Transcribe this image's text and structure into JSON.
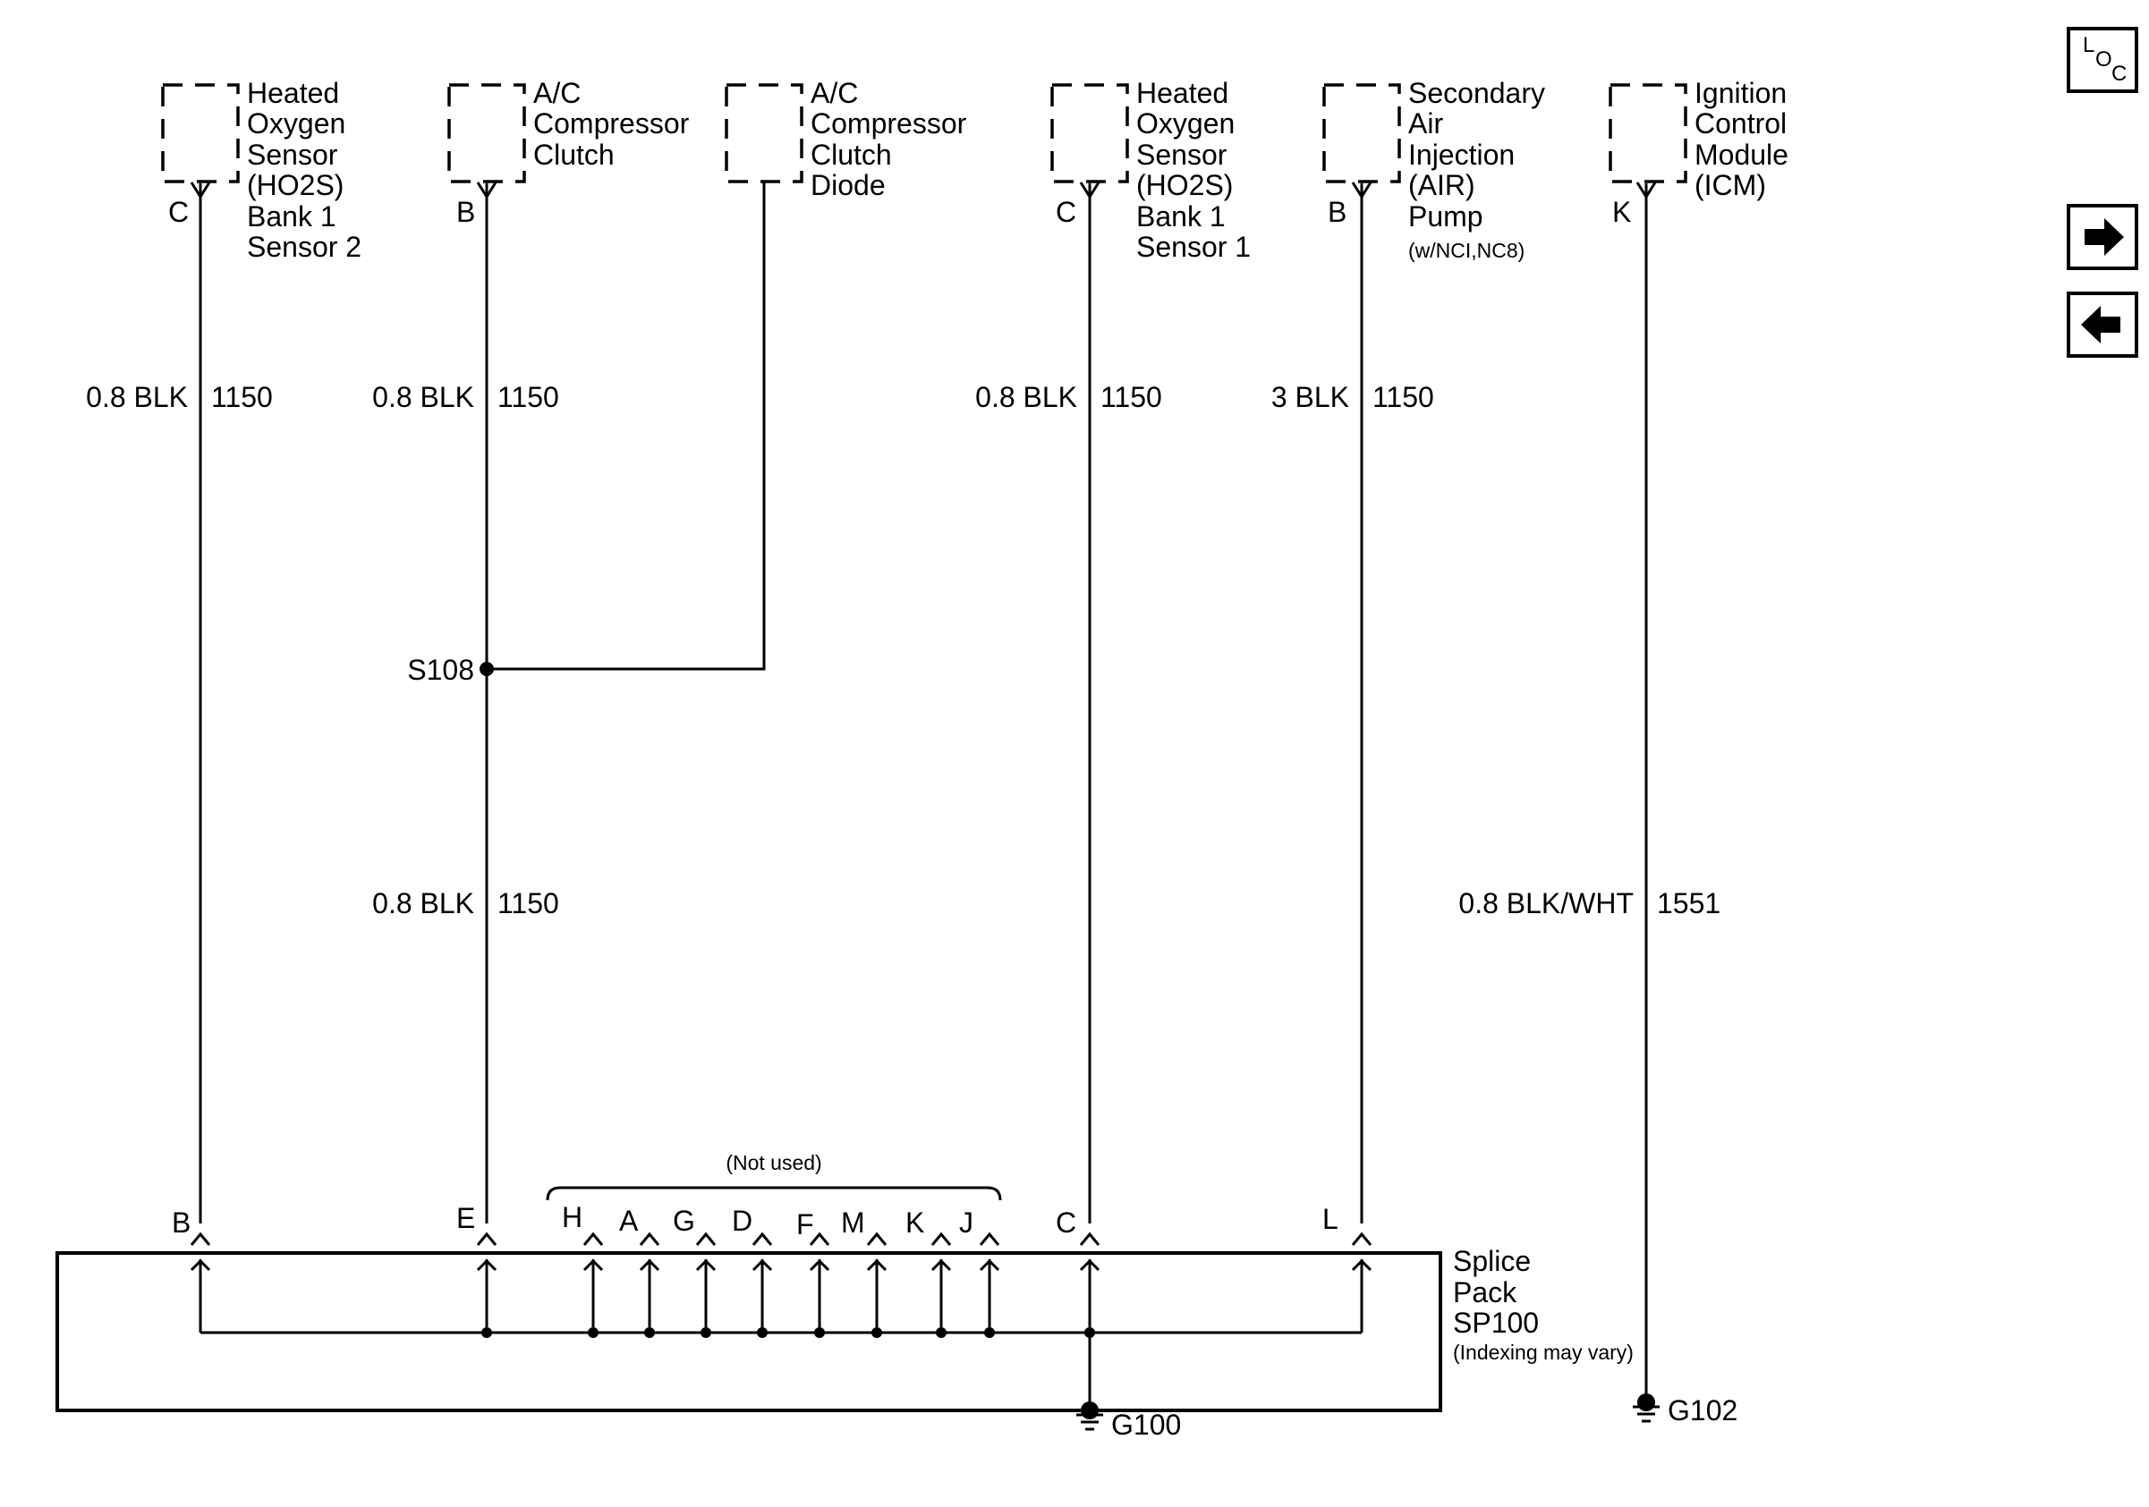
{
  "components": [
    {
      "id": "ho2s-b1s2",
      "lines": [
        "Heated",
        "Oxygen",
        "Sensor",
        "(HO2S)",
        "Bank 1",
        "Sensor 2"
      ],
      "pin": "C"
    },
    {
      "id": "ac-clutch",
      "lines": [
        "A/C",
        "Compressor",
        "Clutch"
      ],
      "pin": "B"
    },
    {
      "id": "ac-diode",
      "lines": [
        "A/C",
        "Compressor",
        "Clutch",
        "Diode"
      ],
      "pin": ""
    },
    {
      "id": "ho2s-b1s1",
      "lines": [
        "Heated",
        "Oxygen",
        "Sensor",
        "(HO2S)",
        "Bank 1",
        "Sensor 1"
      ],
      "pin": "C"
    },
    {
      "id": "air-pump",
      "lines": [
        "Secondary",
        "Air",
        "Injection",
        "(AIR)",
        "Pump"
      ],
      "note": "(w/NCI,NC8)",
      "pin": "B"
    },
    {
      "id": "icm",
      "lines": [
        "Ignition",
        "Control",
        "Module",
        "(ICM)"
      ],
      "pin": "K"
    }
  ],
  "wires": [
    {
      "id": "w1",
      "gauge": "0.8 BLK",
      "circuit": "1150"
    },
    {
      "id": "w2",
      "gauge": "0.8 BLK",
      "circuit": "1150"
    },
    {
      "id": "w3",
      "gauge": "0.8 BLK",
      "circuit": "1150"
    },
    {
      "id": "w4",
      "gauge": "3 BLK",
      "circuit": "1150"
    },
    {
      "id": "w5",
      "gauge": "0.8 BLK",
      "circuit": "1150"
    },
    {
      "id": "w6",
      "gauge": "0.8 BLK/WHT",
      "circuit": "1551"
    }
  ],
  "splice": {
    "label": "S108"
  },
  "splice_pack": {
    "lines": [
      "Splice",
      "Pack",
      "SP100"
    ],
    "note": "(Indexing may vary)",
    "not_used": "(Not used)",
    "pins": [
      "B",
      "E",
      "H",
      "A",
      "G",
      "D",
      "F",
      "M",
      "K",
      "J",
      "C",
      "L"
    ]
  },
  "grounds": {
    "g100": "G100",
    "g102": "G102"
  },
  "nav": {
    "loc_top": "L",
    "loc_mid": "O",
    "loc_bot": "C",
    "next_icon": "arrow-right-icon",
    "prev_icon": "arrow-left-icon"
  }
}
